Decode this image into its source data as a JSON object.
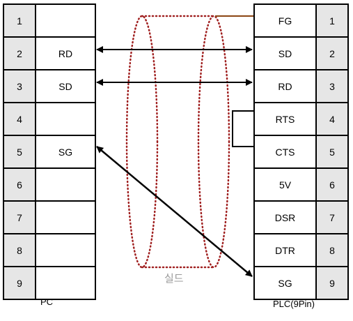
{
  "pc": {
    "caption": "PC",
    "rows": [
      {
        "num": "1",
        "signal": ""
      },
      {
        "num": "2",
        "signal": "RD"
      },
      {
        "num": "3",
        "signal": "SD"
      },
      {
        "num": "4",
        "signal": ""
      },
      {
        "num": "5",
        "signal": "SG"
      },
      {
        "num": "6",
        "signal": ""
      },
      {
        "num": "7",
        "signal": ""
      },
      {
        "num": "8",
        "signal": ""
      },
      {
        "num": "9",
        "signal": ""
      }
    ]
  },
  "plc": {
    "caption": "PLC(9Pin)",
    "rows": [
      {
        "num": "1",
        "signal": "FG"
      },
      {
        "num": "2",
        "signal": "SD"
      },
      {
        "num": "3",
        "signal": "RD"
      },
      {
        "num": "4",
        "signal": "RTS"
      },
      {
        "num": "5",
        "signal": "CTS"
      },
      {
        "num": "6",
        "signal": "5V"
      },
      {
        "num": "7",
        "signal": "DSR"
      },
      {
        "num": "8",
        "signal": "DTR"
      },
      {
        "num": "9",
        "signal": "SG"
      }
    ]
  },
  "shield": {
    "label": "실드"
  },
  "colors": {
    "shield": "#a02020",
    "fg_wire": "#8b4513",
    "wire": "#000000",
    "pin_cell": "#e6e6e6"
  }
}
